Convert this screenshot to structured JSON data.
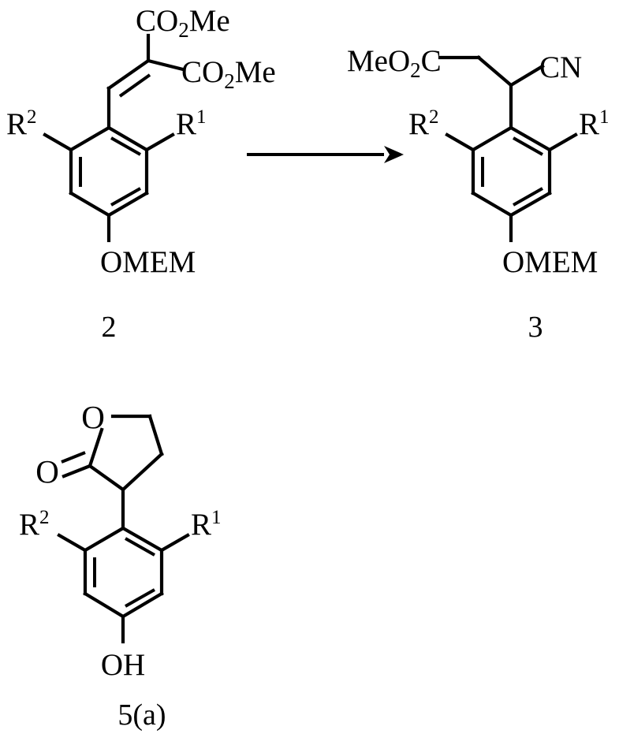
{
  "figure": {
    "type": "chemical-reaction-scheme",
    "title": "",
    "background_color": "#ffffff",
    "line_color": "#000000"
  },
  "reaction": {
    "arrow": {
      "name": "reaction-arrow",
      "direction": "right",
      "label_above": "",
      "label_below": ""
    }
  },
  "structures": [
    {
      "id": "compound-2",
      "number_label": "2",
      "role": "starting-material",
      "core": "benzene-ring",
      "substituents": [
        {
          "position": "ring-top",
          "text": "",
          "type": "vinyl-chain"
        },
        {
          "position": "ring-upper-right",
          "text": "R1",
          "base": "R",
          "superscript": "1"
        },
        {
          "position": "ring-upper-left",
          "text": "R2",
          "base": "R",
          "superscript": "2"
        },
        {
          "position": "ring-bottom",
          "text": "OMEM",
          "base": "OMEM",
          "superscript": ""
        }
      ],
      "chain_labels": [
        {
          "name": "ester-label-top",
          "base": "CO",
          "subscript": "2",
          "tail": "Me",
          "full": "CO2Me"
        },
        {
          "name": "ester-label-right",
          "base": "CO",
          "subscript": "2",
          "tail": "Me",
          "full": "CO2Me"
        }
      ]
    },
    {
      "id": "compound-3",
      "number_label": "3",
      "role": "product",
      "core": "benzene-ring",
      "substituents": [
        {
          "position": "ring-top",
          "text": "",
          "type": "propanenitrile-chain"
        },
        {
          "position": "ring-upper-right",
          "text": "R1",
          "base": "R",
          "superscript": "1"
        },
        {
          "position": "ring-upper-left",
          "text": "R2",
          "base": "R",
          "superscript": "2"
        },
        {
          "position": "ring-bottom",
          "text": "OMEM",
          "base": "OMEM",
          "superscript": ""
        }
      ],
      "chain_labels": [
        {
          "name": "methyl-ester-label",
          "base": "MeO",
          "subscript": "2",
          "tail": "C",
          "full": "MeO2C"
        },
        {
          "name": "nitrile-label",
          "base": "CN",
          "subscript": "",
          "tail": "",
          "full": "CN"
        }
      ]
    },
    {
      "id": "compound-5a",
      "number_label": "5(a)",
      "role": "product",
      "core": "benzene-ring",
      "substituents": [
        {
          "position": "ring-top",
          "text": "",
          "type": "gamma-butyrolactone"
        },
        {
          "position": "ring-upper-right",
          "text": "R1",
          "base": "R",
          "superscript": "1"
        },
        {
          "position": "ring-upper-left",
          "text": "R2",
          "base": "R",
          "superscript": "2"
        },
        {
          "position": "ring-bottom",
          "text": "OH",
          "base": "OH",
          "superscript": ""
        }
      ],
      "chain_labels": [
        {
          "name": "lactone-ring-oxygen-label",
          "base": "O",
          "subscript": "",
          "tail": "",
          "full": "O"
        },
        {
          "name": "lactone-carbonyl-oxygen-label",
          "base": "O",
          "subscript": "",
          "tail": "",
          "full": "O"
        }
      ]
    }
  ],
  "labels": {
    "ester_top": {
      "base": "CO",
      "sub": "2",
      "tail": "Me"
    },
    "ester_right": {
      "base": "CO",
      "sub": "2",
      "tail": "Me"
    },
    "methyl_ester": {
      "base": "MeO",
      "sub": "2",
      "tail": "C"
    },
    "nitrile": "CN",
    "omem_left": "OMEM",
    "omem_right": "OMEM",
    "hydroxyl": "OH",
    "ring_oxygen": "O",
    "carbonyl_oxygen": "O",
    "r1_a": {
      "base": "R",
      "sup": "1"
    },
    "r2_a": {
      "base": "R",
      "sup": "2"
    },
    "r1_b": {
      "base": "R",
      "sup": "1"
    },
    "r2_b": {
      "base": "R",
      "sup": "2"
    },
    "r1_c": {
      "base": "R",
      "sup": "1"
    },
    "r2_c": {
      "base": "R",
      "sup": "2"
    },
    "compound_2": "2",
    "compound_3": "3",
    "compound_5a": "5(a)"
  }
}
